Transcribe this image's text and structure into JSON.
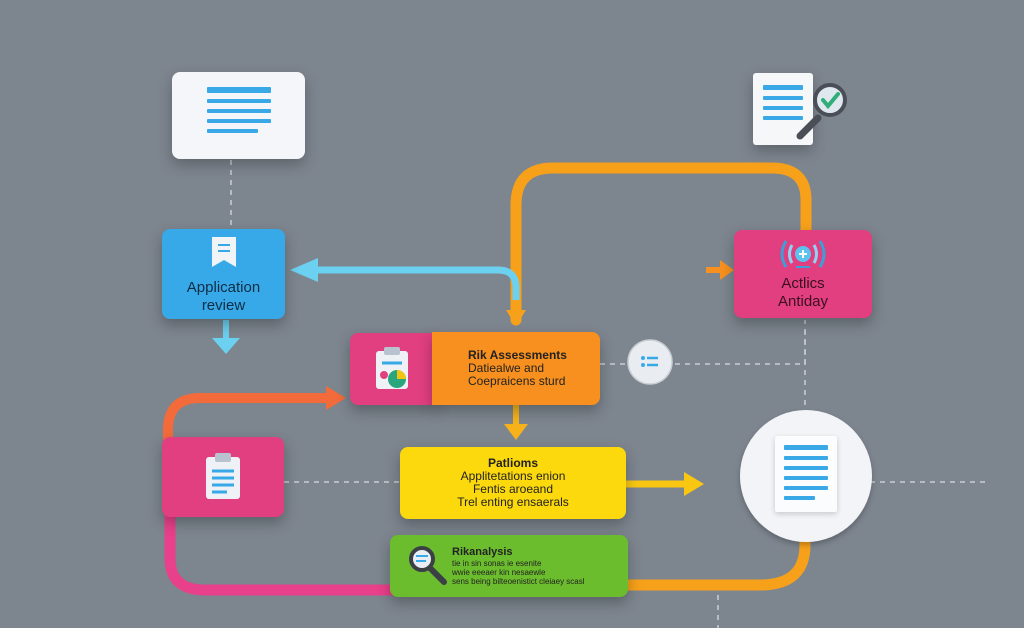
{
  "colors": {
    "background": "#7d858f",
    "blue": "#38a9e8",
    "pink": "#e13f7f",
    "orange": "#f7901e",
    "yellow": "#fbd90d",
    "green": "#6cbd2e",
    "cyan": "#6cd0f0"
  },
  "nodes": {
    "application_review": {
      "line1": "Application",
      "line2": "review",
      "icon": "bookmark-document-icon"
    },
    "risk_assessments": {
      "title": "Rik Assessments",
      "line2": "Datiealwe and",
      "line3": "Coepraicens sturd",
      "icon": "clipboard-chart-icon"
    },
    "actlics_antiday": {
      "line1": "Actlics",
      "line2": "Antiday",
      "icon": "broadcast-icon"
    },
    "policies": {
      "title": "Patlioms",
      "line2": "Applitetations enion",
      "line3": "Fentis aroeand",
      "line4": "Trel enting ensaerals"
    },
    "risk_analysis": {
      "title": "Rikanalysis",
      "line2": "tie in sin sonas ie esenite",
      "line3": "wwie eeeaer kin nesaewle",
      "line4": "sens being bilteoenistict cleiaey scasl",
      "icon": "magnifier-icon"
    },
    "top_document": {
      "icon": "document-icon"
    },
    "review_document": {
      "icon": "document-check-icon"
    },
    "circle_document": {
      "icon": "document-icon"
    },
    "pink_clipboard": {
      "icon": "clipboard-icon"
    },
    "list_circle": {
      "icon": "list-icon"
    }
  }
}
